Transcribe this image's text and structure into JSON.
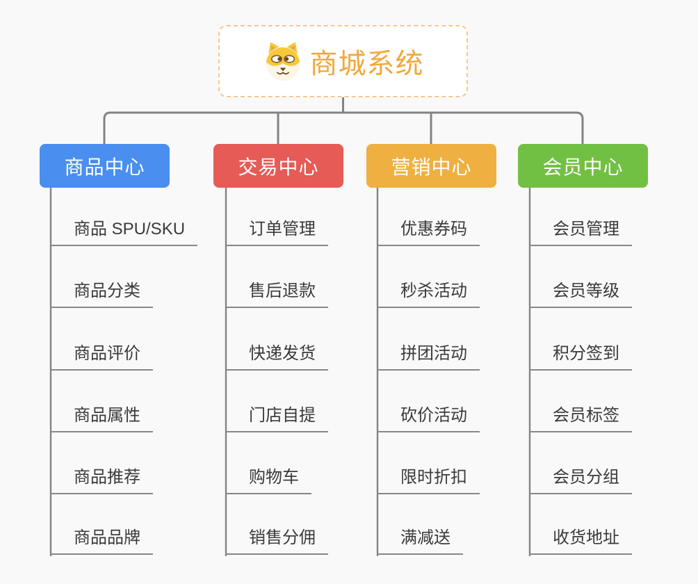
{
  "root": {
    "title": "商城系统",
    "icon": "dog-icon",
    "text_color": "#f0a83e",
    "border_color": "#f5c88a"
  },
  "connector_color": "#838383",
  "branches": [
    {
      "label": "商品中心",
      "color": "#4a8ef0",
      "items": [
        "商品 SPU/SKU",
        "商品分类",
        "商品评价",
        "商品属性",
        "商品推荐",
        "商品品牌"
      ]
    },
    {
      "label": "交易中心",
      "color": "#e65b56",
      "items": [
        "订单管理",
        "售后退款",
        "快递发货",
        "门店自提",
        "购物车",
        "销售分佣"
      ]
    },
    {
      "label": "营销中心",
      "color": "#eeb041",
      "items": [
        "优惠券码",
        "秒杀活动",
        "拼团活动",
        "砍价活动",
        "限时折扣",
        "满减送"
      ]
    },
    {
      "label": "会员中心",
      "color": "#72c043",
      "items": [
        "会员管理",
        "会员等级",
        "积分签到",
        "会员标签",
        "会员分组",
        "收货地址"
      ]
    }
  ]
}
